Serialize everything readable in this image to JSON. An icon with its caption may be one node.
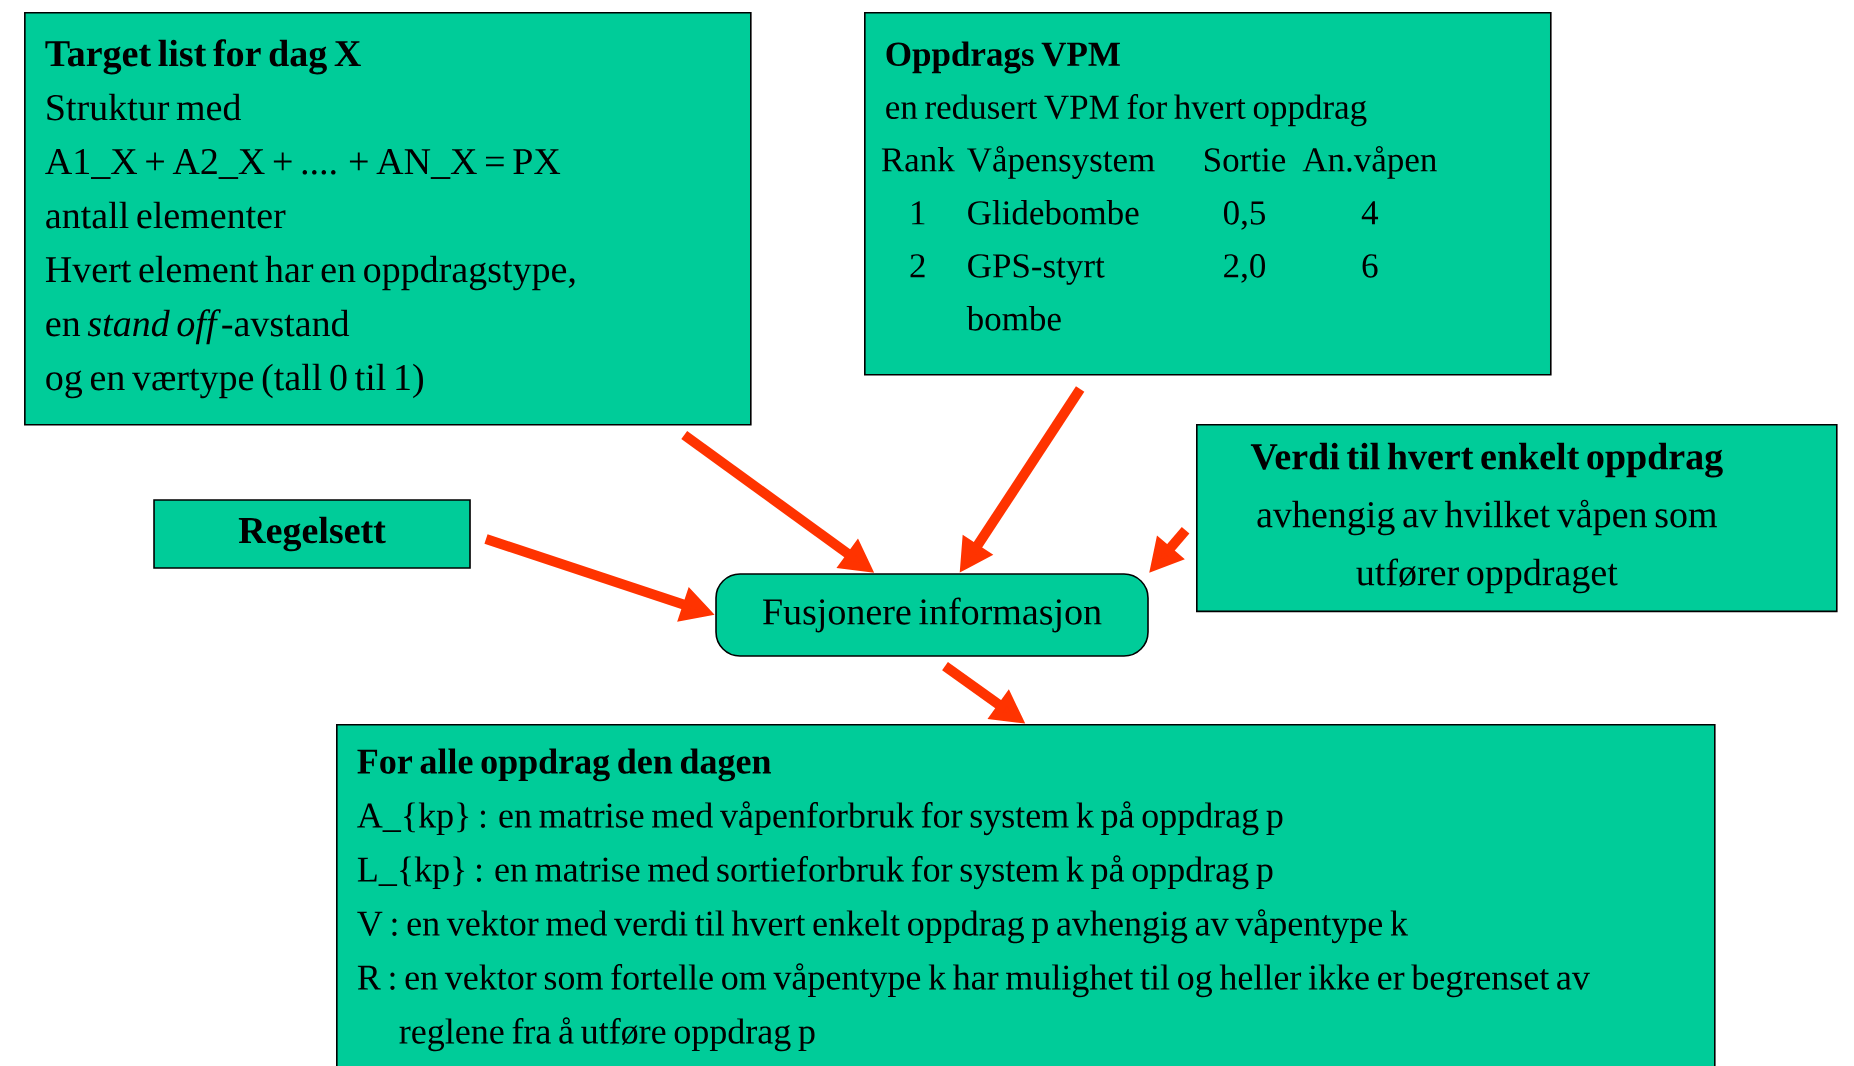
{
  "diagram": {
    "nodes": [
      {
        "text": [
          "Target list for dag X",
          "Struktur med",
          "A1_X + A2_X + .... + AN_X = PX",
          "antall elementer",
          "Hvert element har en oppdragstype,",
          "en *stand off*-avstand",
          "og en værtype (tall 0 til 1)"
        ]
      },
      {
        "text": [
          "Oppdrags VPM",
          "en redusert VPM for hvert oppdrag",
          "Rank",
          "Våpensystem",
          "Sortie",
          "An.våpen",
          "1",
          "Glidebombe",
          "0,5",
          "4",
          "2",
          "GPS-styrt bombe",
          "2,0",
          "6"
        ]
      },
      {
        "text": [
          "Verdi til hvert enkelt oppdrag",
          "avhengig av hvilket våpen som utfører oppdraget"
        ]
      },
      {
        "text": [
          "Regelsett"
        ]
      },
      {
        "text": [
          "Fusjonere informasjon"
        ]
      },
      {
        "text": [
          "For alle oppdrag den dagen",
          "A_{kp} : en matrise med våpenforbruk for system k på oppdrag p",
          "L_{kp} : en matrise med sortieforbruk for system k på oppdrag p",
          "V : en vektor med verdi til hvert enkelt oppdrag p avhengig av våpentype k",
          "R : en vektor som fortelle om våpentype k har mulighet til og heller ikke er begrenset av reglene fra å utføre oppdrag p"
        ]
      }
    ],
    "edges": [
      {
        "from": 0,
        "to": 4,
        "arrow": "to"
      },
      {
        "from": 1,
        "to": 4,
        "arrow": "to"
      },
      {
        "from": 2,
        "to": 4,
        "arrow": "to"
      },
      {
        "from": 3,
        "to": 4,
        "arrow": "to"
      },
      {
        "from": 4,
        "to": 5,
        "arrow": "to"
      }
    ]
  }
}
